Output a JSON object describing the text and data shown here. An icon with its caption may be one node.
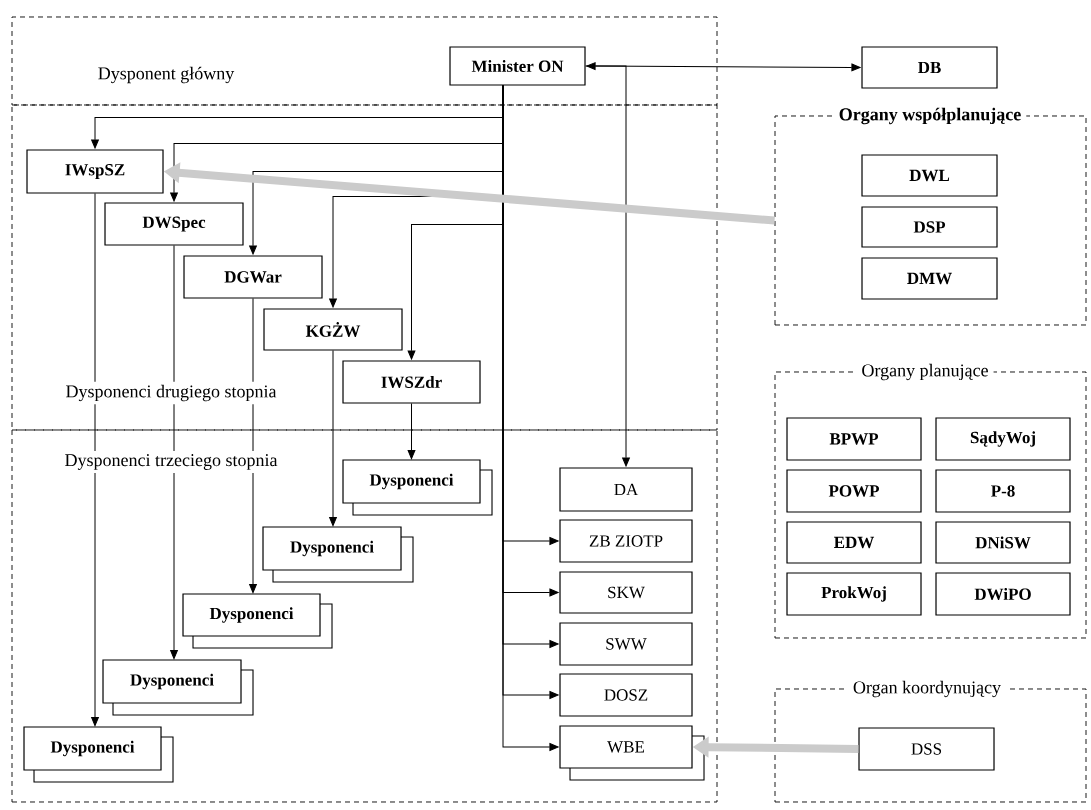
{
  "diagram": {
    "nodes": [
      {
        "text": [
          "Dysponent główny"
        ]
      },
      {
        "text": [
          "Minister ON"
        ],
        "in": 0
      },
      {
        "text": [
          "DB"
        ]
      },
      {
        "text": [
          "Dysponenci drugiego stopnia"
        ]
      },
      {
        "text": [
          "IWspSZ"
        ],
        "in": 3
      },
      {
        "text": [
          "DWSpec"
        ],
        "in": 3
      },
      {
        "text": [
          "DGWar"
        ],
        "in": 3
      },
      {
        "text": [
          "KGŻW"
        ],
        "in": 3
      },
      {
        "text": [
          "IWSZdr"
        ],
        "in": 3
      },
      {
        "text": [
          "Organy współplanujące"
        ]
      },
      {
        "text": [
          "DWL"
        ],
        "in": 9
      },
      {
        "text": [
          "DSP"
        ],
        "in": 9
      },
      {
        "text": [
          "DMW"
        ],
        "in": 9
      },
      {
        "text": [
          "Dysponenci trzeciego stopnia"
        ]
      },
      {
        "text": [
          "Dysponenci"
        ],
        "in": 13
      },
      {
        "text": [
          "Dysponenci"
        ],
        "in": 13
      },
      {
        "text": [
          "Dysponenci"
        ],
        "in": 13
      },
      {
        "text": [
          "Dysponenci"
        ],
        "in": 13
      },
      {
        "text": [
          "Dysponenci"
        ],
        "in": 13
      },
      {
        "text": [
          "DA"
        ],
        "in": 13
      },
      {
        "text": [
          "ZB ZIOTP"
        ],
        "in": 13
      },
      {
        "text": [
          "SKW"
        ],
        "in": 13
      },
      {
        "text": [
          "SWW"
        ],
        "in": 13
      },
      {
        "text": [
          "DOSZ"
        ],
        "in": 13
      },
      {
        "text": [
          "WBE"
        ],
        "in": 13
      },
      {
        "text": [
          "Organy planujące"
        ]
      },
      {
        "text": [
          "BPWP"
        ],
        "in": 25
      },
      {
        "text": [
          "SądyWoj"
        ],
        "in": 25
      },
      {
        "text": [
          "POWP"
        ],
        "in": 25
      },
      {
        "text": [
          "P-8"
        ],
        "in": 25
      },
      {
        "text": [
          "EDW"
        ],
        "in": 25
      },
      {
        "text": [
          "DNiSW"
        ],
        "in": 25
      },
      {
        "text": [
          "ProkWoj"
        ],
        "in": 25
      },
      {
        "text": [
          "DWiPO"
        ],
        "in": 25
      },
      {
        "text": [
          "Organ koordynujący"
        ]
      },
      {
        "text": [
          "DSS"
        ],
        "in": 34
      }
    ],
    "edges": [
      {
        "from": 1,
        "to": 2,
        "arrow": "both"
      },
      {
        "from": 1,
        "to": 4,
        "arrow": "to"
      },
      {
        "from": 1,
        "to": 5,
        "arrow": "to"
      },
      {
        "from": 1,
        "to": 6,
        "arrow": "to"
      },
      {
        "from": 1,
        "to": 7,
        "arrow": "to"
      },
      {
        "from": 1,
        "to": 8,
        "arrow": "to"
      },
      {
        "from": 1,
        "to": 19,
        "arrow": "to"
      },
      {
        "from": 1,
        "to": 20,
        "arrow": "to"
      },
      {
        "from": 1,
        "to": 21,
        "arrow": "to"
      },
      {
        "from": 1,
        "to": 22,
        "arrow": "to"
      },
      {
        "from": 1,
        "to": 23,
        "arrow": "to"
      },
      {
        "from": 1,
        "to": 24,
        "arrow": "to"
      },
      {
        "from": 4,
        "to": 18,
        "arrow": "to"
      },
      {
        "from": 5,
        "to": 17,
        "arrow": "to"
      },
      {
        "from": 6,
        "to": 16,
        "arrow": "to"
      },
      {
        "from": 7,
        "to": 15,
        "arrow": "to"
      },
      {
        "from": 8,
        "to": 14,
        "arrow": "to"
      },
      {
        "from": 9,
        "to": 4,
        "arrow": "to",
        "style": "thick",
        "color": "#cbcbcb"
      },
      {
        "from": 35,
        "to": 24,
        "arrow": "to",
        "style": "thick",
        "color": "#cbcbcb"
      }
    ]
  }
}
